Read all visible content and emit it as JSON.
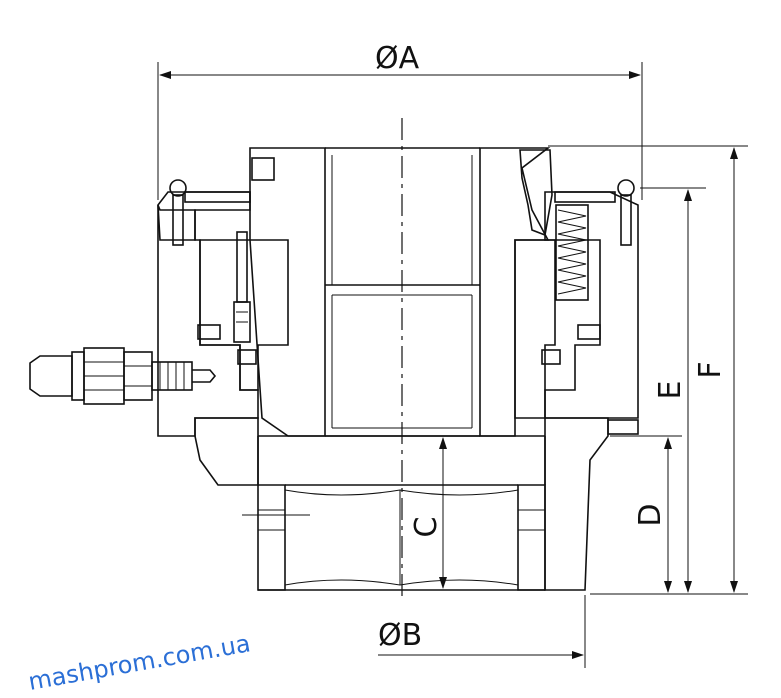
{
  "labels": {
    "diam_a": "ØA",
    "diam_b": "ØB",
    "dim_c": "C",
    "dim_d": "D",
    "dim_e": "E",
    "dim_f": "F"
  },
  "watermark": "mashprom.com.ua",
  "colors": {
    "line": "#111111",
    "watermark": "#2b6fd6",
    "background": "#ffffff"
  }
}
